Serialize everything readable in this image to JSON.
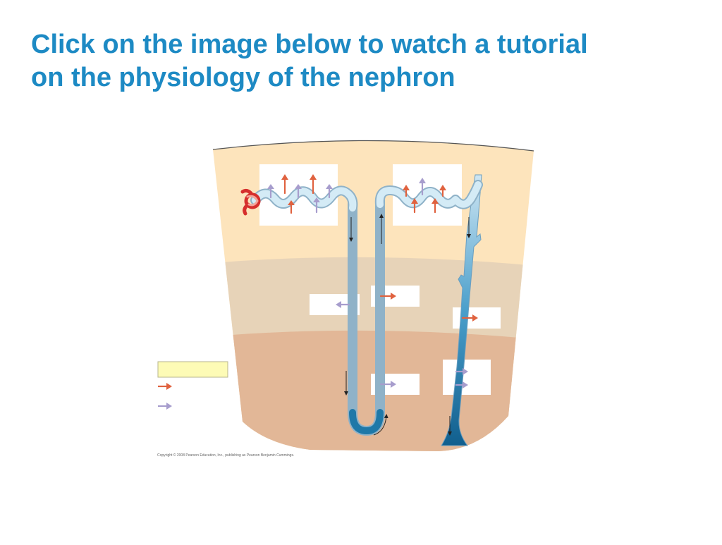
{
  "slide": {
    "title_lines": [
      "Click on the image below to watch a tutorial",
      "on the physiology of the nephron"
    ]
  },
  "figure": {
    "copyright": "Copyright © 2008 Pearson Education, Inc., publishing as Pearson Benjamin Cummings.",
    "colors": {
      "title": "#1d8ac4",
      "outer_cortex": "#fde4bc",
      "outer_medulla": "#e7d3b8",
      "inner_medulla": "#e2b797",
      "tubule_light": "#d4ebf6",
      "tubule_dark": "#1c75a6",
      "glomerulus": "#d62f2c",
      "salt_arrow": "#e0623f",
      "water_arrow": "#a79dcd",
      "legend_box": "#fdfbb6"
    },
    "icons": [
      "glomerulus-icon",
      "salt-arrow-icon",
      "water-arrow-icon",
      "flow-arrow-icon"
    ]
  }
}
